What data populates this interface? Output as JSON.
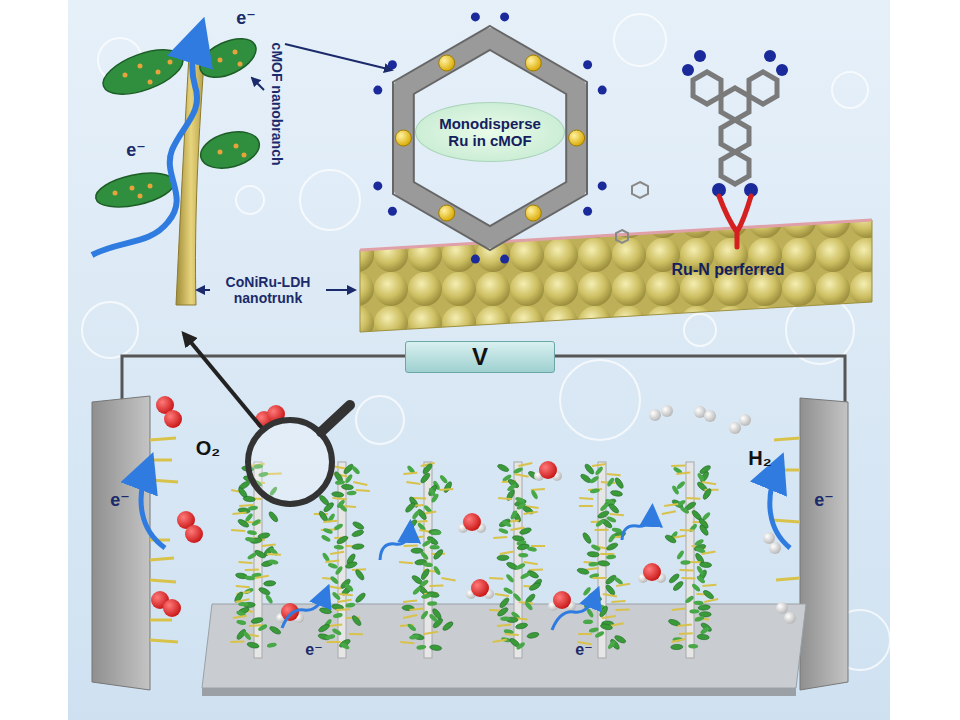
{
  "diagram": {
    "nodes": [
      {
        "text": [
          "Monodisperse Ru in cMOF"
        ]
      },
      {
        "text": [
          "V"
        ]
      }
    ],
    "labels": [
      "e⁻",
      "cMOF nanobranch",
      "e⁻",
      "CoNiRu-LDH nanotrunk",
      "Ru-N perferred",
      "O₂",
      "H₂",
      "e⁻",
      "e⁻",
      "e⁻",
      "e⁻"
    ]
  }
}
